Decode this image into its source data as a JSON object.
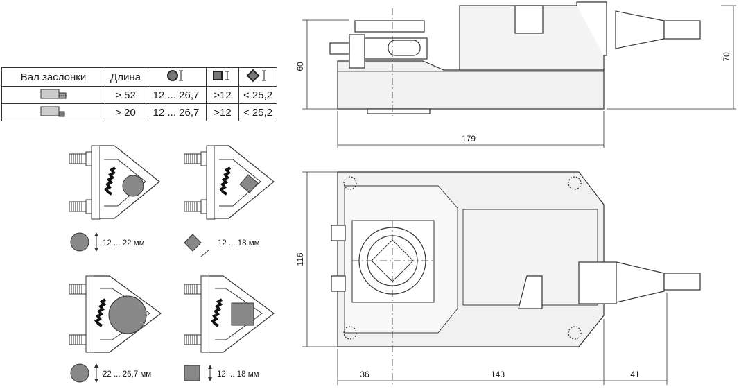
{
  "table": {
    "headers": [
      "Вал заслонки",
      "Длина"
    ],
    "header_icons": [
      "round-shaft-icon",
      "square-shaft-icon",
      "diamond-shaft-icon"
    ],
    "rows": [
      {
        "icon": "shaft-long-icon",
        "length": "> 52",
        "round": "12 ... 26,7",
        "square": ">12",
        "diamond": "< 25,2"
      },
      {
        "icon": "shaft-short-icon",
        "length": "> 20",
        "round": "12 ... 26,7",
        "square": ">12",
        "diamond": "< 25,2"
      }
    ]
  },
  "clamps": {
    "round_small": "12 ... 22 мм",
    "square_small": "12 ... 18 мм",
    "round_large": "22 ... 26,7 мм",
    "square_large": "12 ... 18 мм"
  },
  "dimensions": {
    "height_body": "60",
    "height_total": "70",
    "length_side": "179",
    "width_top": "116",
    "offset_left": "36",
    "offset_middle": "143",
    "cable_length": "41"
  },
  "colors": {
    "line": "#333333",
    "shaft_fill": "#888888",
    "housing_fill": "#f4f4f4"
  }
}
